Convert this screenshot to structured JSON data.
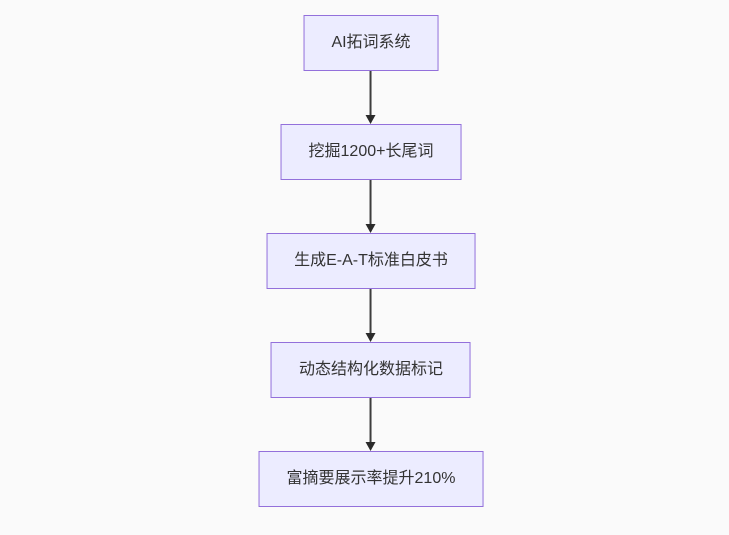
{
  "diagram": {
    "type": "flowchart",
    "direction": "top-down",
    "nodes": [
      {
        "label": "AI拓词系统"
      },
      {
        "label": "挖掘1200+长尾词"
      },
      {
        "label": "生成E-A-T标准白皮书"
      },
      {
        "label": "动态结构化数据标记"
      },
      {
        "label": "富摘要展示率提升210%"
      }
    ],
    "edges": [
      {
        "from": "AI拓词系统",
        "to": "挖掘1200+长尾词",
        "arrow": "down"
      },
      {
        "from": "挖掘1200+长尾词",
        "to": "生成E-A-T标准白皮书",
        "arrow": "down"
      },
      {
        "from": "生成E-A-T标准白皮书",
        "to": "动态结构化数据标记",
        "arrow": "down"
      },
      {
        "from": "动态结构化数据标记",
        "to": "富摘要展示率提升210%",
        "arrow": "down"
      }
    ]
  },
  "colors": {
    "canvas-bg": "#fafafa",
    "node-fill": "#ececff",
    "node-border": "#9370db",
    "node-text": "#333333",
    "edge-line": "#3d3d3d",
    "arrowhead": "#2a2a2a"
  }
}
